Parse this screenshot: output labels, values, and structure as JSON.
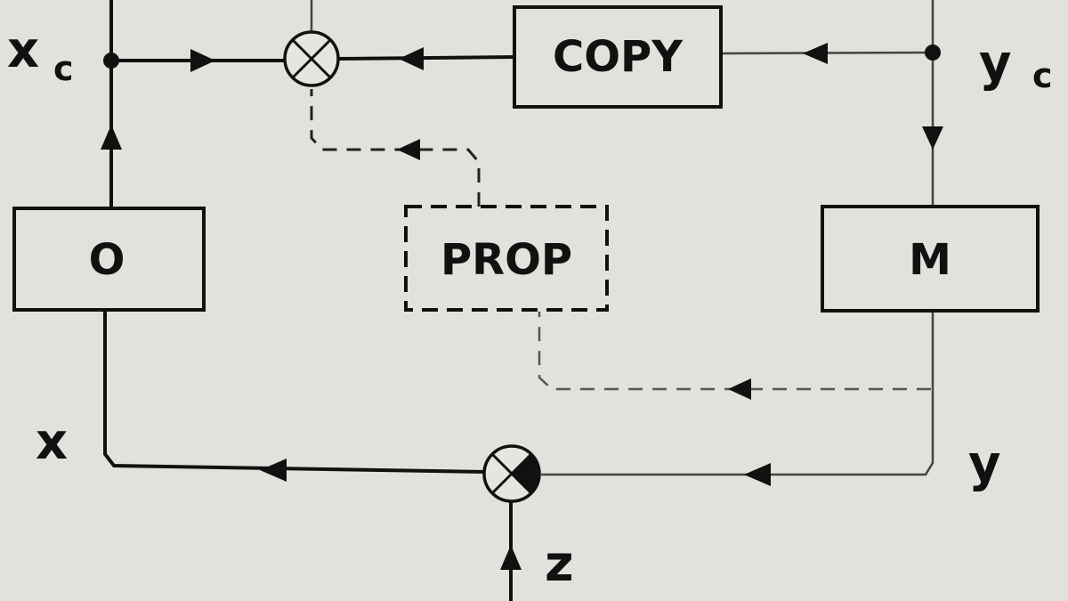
{
  "blocks": {
    "copy": "COPY",
    "prop": "PROP",
    "model": "M",
    "observer": "O"
  },
  "signals": {
    "xc_main": "x",
    "xc_sub": "c",
    "yc_main": "y",
    "yc_sub": "c",
    "x": "x",
    "y": "y",
    "z": "z"
  }
}
